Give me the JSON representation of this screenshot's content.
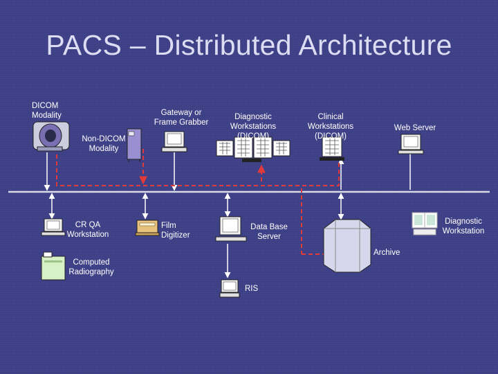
{
  "title": "PACS – Distributed Architecture",
  "labels": {
    "dicom_modality": [
      "DICOM",
      "Modality"
    ],
    "non_dicom_modality": [
      "Non-DICOM",
      "Modality"
    ],
    "gateway": [
      "Gateway or",
      "Frame Grabber"
    ],
    "diagnostic_workstations": [
      "Diagnostic",
      "Workstations",
      "(DICOM)"
    ],
    "clinical_workstations": [
      "Clinical",
      "Workstations",
      "(DICOM)"
    ],
    "web_server": "Web  Server",
    "cr_qa_workstation": [
      "CR QA",
      "Workstation"
    ],
    "film_digitizer": [
      "Film",
      "Digitizer"
    ],
    "database_server": [
      "Data Base",
      "Server"
    ],
    "diagnostic_workstation": [
      "Diagnostic",
      "Workstation"
    ],
    "archive": "Archive",
    "computed_radiography": [
      "Computed",
      "Radiography"
    ],
    "ris": "RIS"
  },
  "colors": {
    "network_line": "#d8d8e8",
    "connector": "#ffffff",
    "dicom_link": "#e23a3a"
  }
}
